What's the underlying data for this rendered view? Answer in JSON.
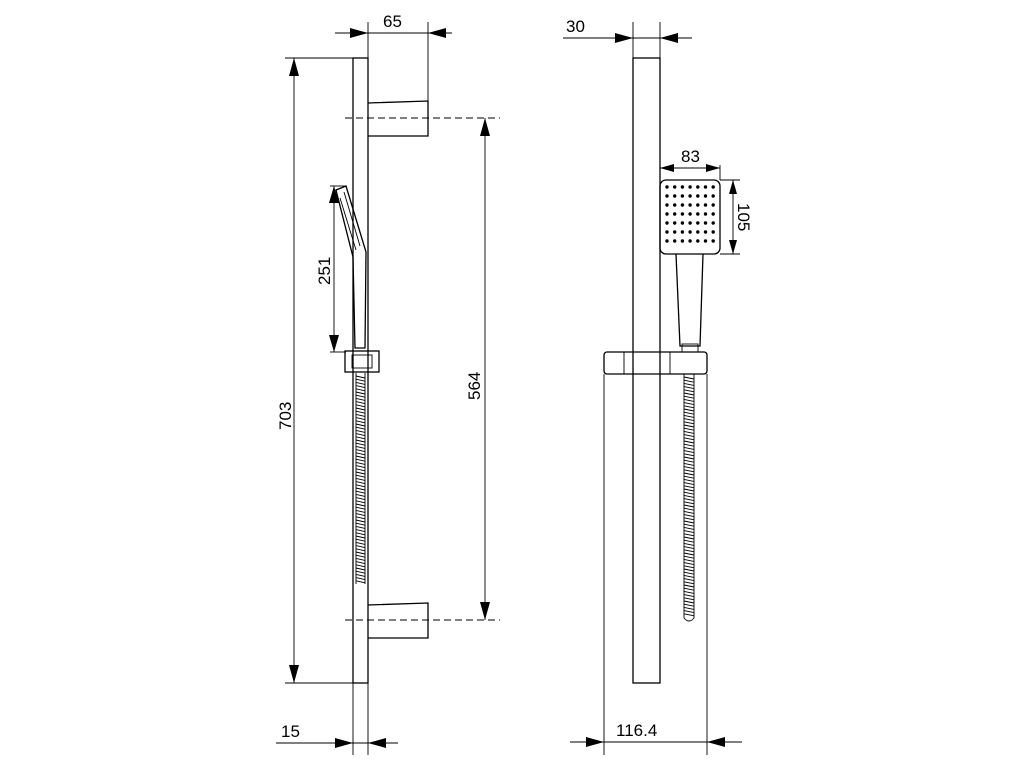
{
  "dimensions": {
    "overall_height": "703",
    "bracket_spacing": "564",
    "handshower_length": "251",
    "wall_projection": "65",
    "rail_width": "15",
    "rail_depth": "30",
    "head_width": "83",
    "head_height": "105",
    "overall_width": "116.4"
  },
  "colors": {
    "line": "#000000",
    "background": "#ffffff"
  },
  "head_nozzle_grid": {
    "rows": 7,
    "cols": 7
  }
}
